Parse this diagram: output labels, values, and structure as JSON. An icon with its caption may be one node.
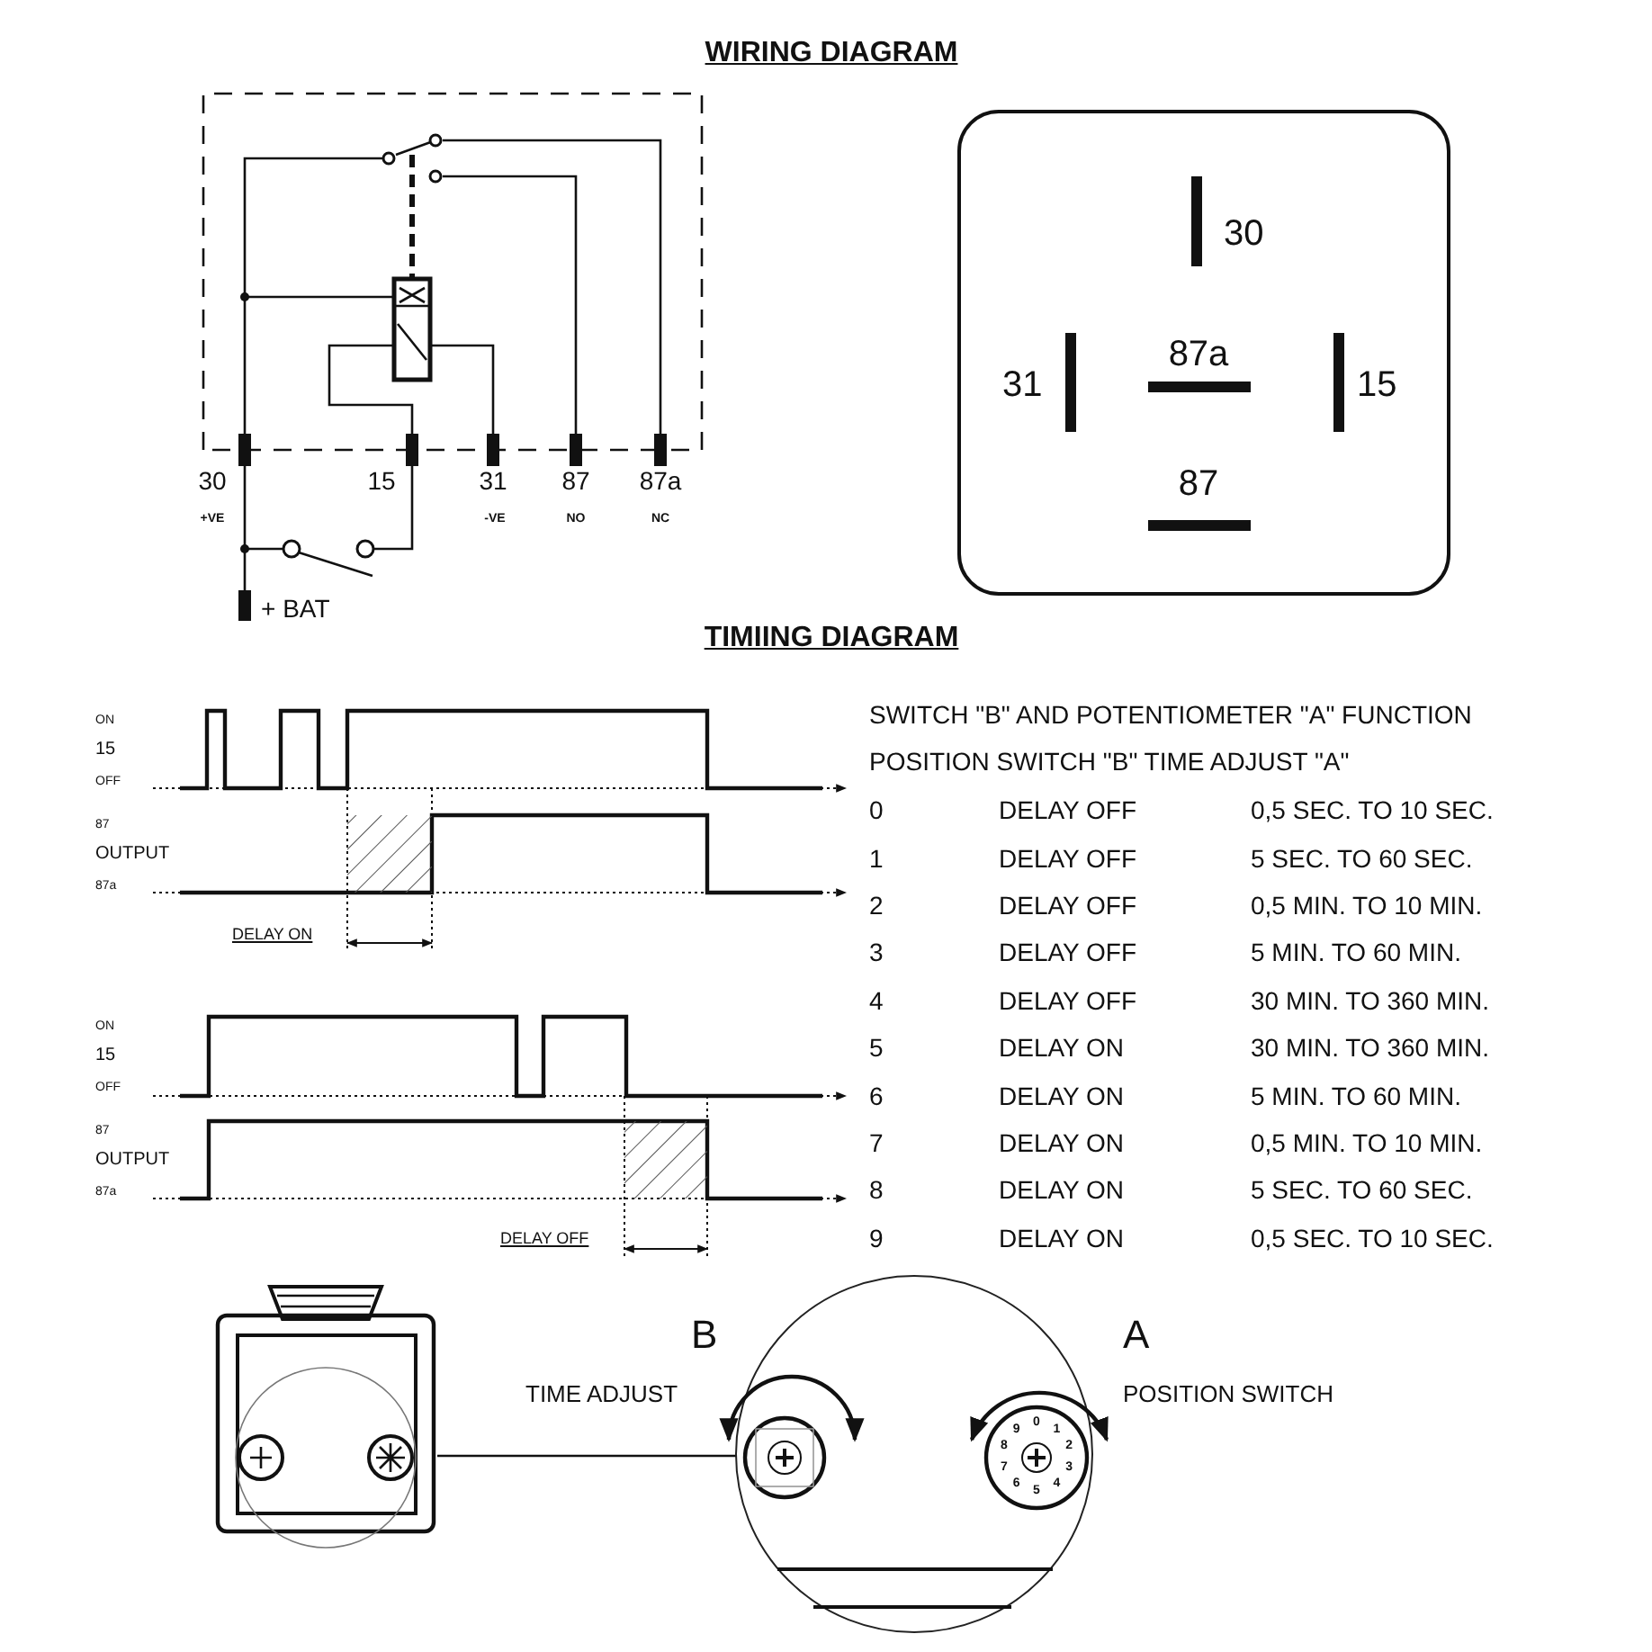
{
  "diagram": {
    "title": "WIRING DIAGRAM",
    "nodes": [
      {
        "text": [],
        "shape": "picture"
      },
      {
        "text": [],
        "shape": "picture"
      }
    ],
    "edges": [
      {
        "from": 0,
        "to": 1,
        "arrow": "none"
      }
    ],
    "labels": [
      "30",
      "+VE",
      "15",
      "31",
      "-VE",
      "87",
      "NO",
      "87a",
      "NC",
      "+ BAT",
      "30",
      "31",
      "87a",
      "15",
      "87",
      "TIMIING DIAGRAM",
      "ON",
      "15",
      "OFF",
      "87",
      "OUTPUT",
      "87a",
      "DELAY ON",
      "ON",
      "15",
      "OFF",
      "87",
      "OUTPUT",
      "87a",
      "DELAY OFF",
      "SWITCH \"B\" AND POTENTIOMETER \"A\" FUNCTION",
      "POSITION SWITCH \"B\" TIME ADJUST \"A\"",
      "0",
      "DELAY OFF",
      "0,5 SEC. TO 10 SEC.",
      "1",
      "DELAY OFF",
      "5 SEC. TO 60 SEC.",
      "2",
      "DELAY OFF",
      "0,5 MIN. TO 10 MIN.",
      "3",
      "DELAY OFF",
      "5 MIN. TO 60 MIN.",
      "4",
      "DELAY OFF",
      "30 MIN. TO 360 MIN.",
      "5",
      "DELAY ON",
      "30 MIN. TO 360 MIN.",
      "6",
      "DELAY ON",
      "5 MIN. TO 60 MIN.",
      "7",
      "DELAY ON",
      "0,5 MIN. TO 10 MIN.",
      "8",
      "DELAY ON",
      "5 SEC. TO 60 SEC.",
      "9",
      "DELAY ON",
      "0,5 SEC. TO 10 SEC.",
      "B",
      "TIME ADJUST",
      "A",
      "POSITION SWITCH",
      "0",
      "1",
      "2",
      "3",
      "4",
      "5",
      "6",
      "7",
      "8",
      "9"
    ]
  }
}
